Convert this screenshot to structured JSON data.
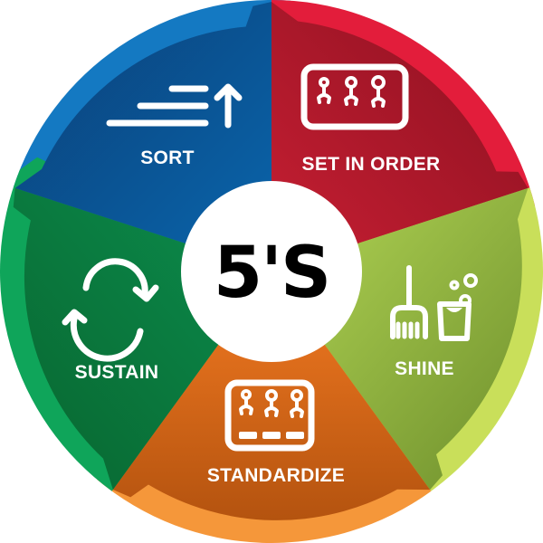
{
  "title": "5'S",
  "segments": [
    {
      "id": "sort",
      "label": "SORT",
      "icon": "sort-list-arrow-up-icon",
      "color_main": "#0a5a9c",
      "color_dark": "#0b3f77",
      "color_band": "#1479c2"
    },
    {
      "id": "set-in-order",
      "label": "SET IN ORDER",
      "icon": "tool-board-icon",
      "color_main": "#b01c2e",
      "color_dark": "#8a1020",
      "color_band": "#e31d3b"
    },
    {
      "id": "shine",
      "label": "SHINE",
      "icon": "broom-bucket-icon",
      "color_main": "#8aaa3c",
      "color_dark": "#6f8f2e",
      "color_band": "#c9df5a"
    },
    {
      "id": "standardize",
      "label": "STANDARDIZE",
      "icon": "tool-board-labeled-icon",
      "color_main": "#e26f1f",
      "color_dark": "#b8560f",
      "color_band": "#f5973a"
    },
    {
      "id": "sustain",
      "label": "SUSTAIN",
      "icon": "cycle-arrows-icon",
      "color_main": "#0b8447",
      "color_dark": "#0a6b38",
      "color_band": "#0fa55a"
    }
  ]
}
